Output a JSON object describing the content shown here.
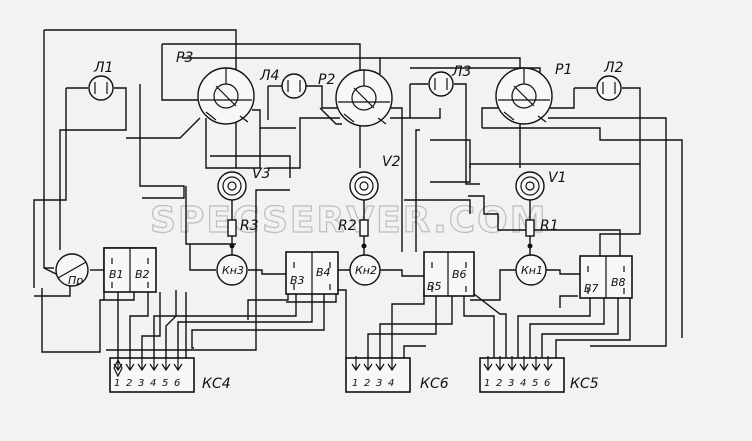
{
  "watermark": "SPECSERVER.COM",
  "relays": [
    {
      "id": "P3",
      "label": "P3"
    },
    {
      "id": "P2",
      "label": "P2"
    },
    {
      "id": "P1",
      "label": "P1"
    }
  ],
  "lamps": [
    {
      "id": "L1",
      "label": "Л1"
    },
    {
      "id": "L4",
      "label": "Л4"
    },
    {
      "id": "L3",
      "label": "Л3"
    },
    {
      "id": "L2",
      "label": "Л2"
    }
  ],
  "valves": [
    {
      "id": "V3",
      "label": "V3"
    },
    {
      "id": "V2",
      "label": "V2"
    },
    {
      "id": "V1",
      "label": "V1"
    }
  ],
  "resistors": [
    {
      "id": "R3",
      "label": "R3"
    },
    {
      "id": "R2",
      "label": "R2"
    },
    {
      "id": "R1",
      "label": "R1"
    }
  ],
  "buttons": [
    {
      "id": "Kn3",
      "label": "Кн3"
    },
    {
      "id": "Kn2",
      "label": "Кн2"
    },
    {
      "id": "Kn1",
      "label": "Кн1"
    }
  ],
  "switch_label": "Пр",
  "blocks": [
    {
      "id": "B1",
      "label": "В1"
    },
    {
      "id": "B2",
      "label": "В2"
    },
    {
      "id": "B3",
      "label": "В3"
    },
    {
      "id": "B4",
      "label": "В4"
    },
    {
      "id": "B5",
      "label": "В5"
    },
    {
      "id": "B6",
      "label": "В6"
    },
    {
      "id": "B7",
      "label": "В7"
    },
    {
      "id": "B8",
      "label": "В8"
    }
  ],
  "connectors": [
    {
      "id": "KC4",
      "label": "КС4",
      "pins": [
        "1",
        "2",
        "3",
        "4",
        "5",
        "6"
      ]
    },
    {
      "id": "KC6",
      "label": "КС6",
      "pins": [
        "1",
        "2",
        "3",
        "4"
      ]
    },
    {
      "id": "KC5",
      "label": "КС5",
      "pins": [
        "1",
        "2",
        "3",
        "4",
        "5",
        "6"
      ]
    }
  ]
}
